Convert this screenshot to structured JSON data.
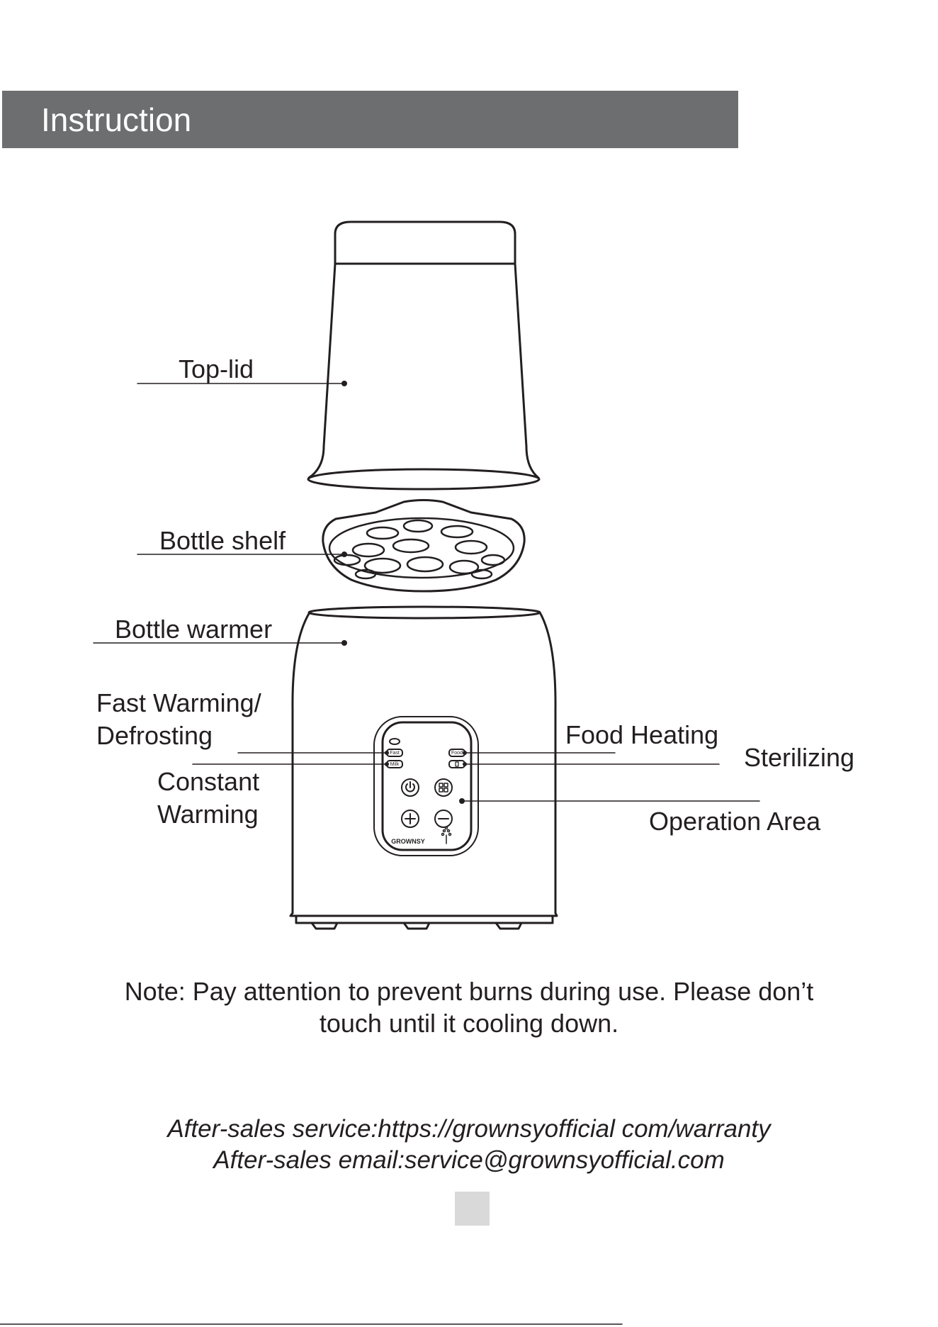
{
  "header": {
    "title": "Instruction"
  },
  "labels": {
    "top_lid": "Top-lid",
    "bottle_shelf": "Bottle shelf",
    "bottle_warmer": "Bottle warmer",
    "fast_warming_line1": "Fast Warming/",
    "fast_warming_line2": "Defrosting",
    "constant_warming_line1": "Constant",
    "constant_warming_line2": "Warming",
    "food_heating": "Food Heating",
    "sterilizing": "Sterilizing",
    "operation_area": "Operation Area"
  },
  "panel": {
    "fast_button": "Fast",
    "milk_button": "Milk",
    "food_button": "Food",
    "brand": "GROWNSY"
  },
  "note": {
    "line1": "Note: Pay attention to prevent burns during use. Please don’t",
    "line2": "touch until it cooling down."
  },
  "service": {
    "url_line": "After-sales service:https://grownsyofficial com/warranty",
    "email_line": "After-sales email:service@grownsyofficial.com"
  },
  "colors": {
    "header_bar": "#6d6e70",
    "line_art": "#231f20",
    "page_number_box": "#d9d9d9"
  },
  "icons": [
    "power-icon",
    "mode-grid-icon",
    "plus-icon",
    "minus-icon",
    "sterilize-bottle-icon",
    "tree-logo-icon"
  ]
}
